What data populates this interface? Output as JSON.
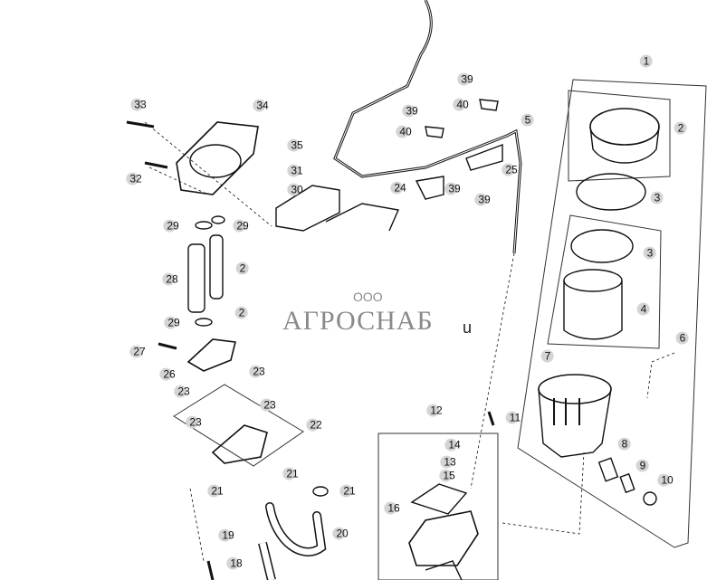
{
  "watermark": {
    "prefix": "ООО",
    "brand": "АГРОСНАБ"
  },
  "stray_text": "u",
  "callouts": [
    "33",
    "34",
    "35",
    "31",
    "30",
    "32",
    "29",
    "29",
    "2",
    "28",
    "29",
    "2",
    "27",
    "26",
    "23",
    "23",
    "23",
    "23",
    "22",
    "21",
    "21",
    "21",
    "20",
    "19",
    "18",
    "12",
    "14",
    "13",
    "15",
    "16",
    "11",
    "39",
    "40",
    "39",
    "40",
    "5",
    "25",
    "24",
    "39",
    "39",
    "1",
    "2",
    "3",
    "3",
    "4",
    "6",
    "7",
    "8",
    "9",
    "10"
  ]
}
